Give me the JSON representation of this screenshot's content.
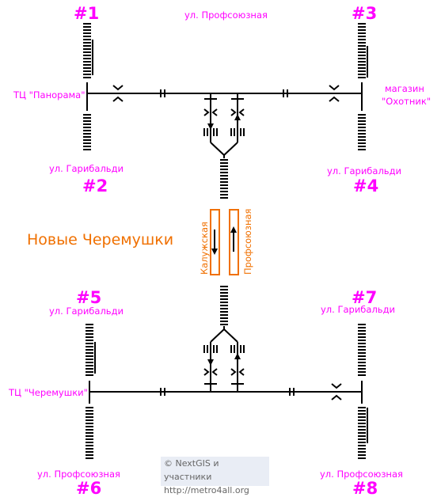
{
  "station": {
    "name": "Новые Черемушки"
  },
  "exits": [
    {
      "num": "#1",
      "street": "ул. Профсоюзная"
    },
    {
      "num": "#2",
      "street": "ул. Гарибальди"
    },
    {
      "num": "#3",
      "street": "ул. Профсоюзная"
    },
    {
      "num": "#4",
      "street": "ул. Гарибальди"
    },
    {
      "num": "#5",
      "street": "ул. Гарибальди"
    },
    {
      "num": "#6",
      "street": "ул. Профсоюзная"
    },
    {
      "num": "#7",
      "street": "ул. Гарибальди"
    },
    {
      "num": "#8",
      "street": "ул. Профсоюзная"
    }
  ],
  "landmarks": {
    "panorama": "ТЦ \"Панорама\"",
    "okhotnik_1": "магазин",
    "okhotnik_2": "\"Охотник\"",
    "cheremushki": "ТЦ \"Черемушки\""
  },
  "platforms": {
    "left": "Калужская",
    "right": "Профсоюзная"
  },
  "credits": {
    "line1": "© NextGIS и участники",
    "line2": "http://metro4all.org"
  },
  "colors": {
    "exit": "#ff00ff",
    "station": "#f07000",
    "line": "#000000",
    "credits_bg": "#e9edf5"
  }
}
